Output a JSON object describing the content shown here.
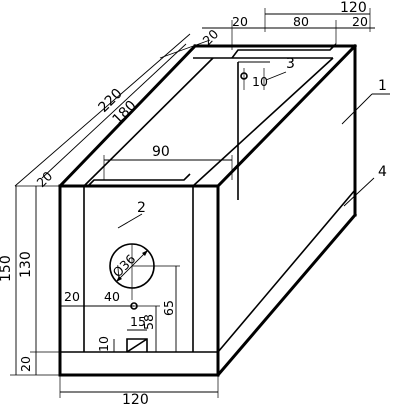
{
  "dimensions": {
    "top_width": "120",
    "top_left_margin": "20",
    "top_inner_width": "80",
    "top_right_margin": "20",
    "depth_margin_top": "20",
    "depth_total": "220",
    "depth_inner": "180",
    "depth_margin_front": "20",
    "slot_length": "90",
    "slot_small": "10",
    "height_total": "150",
    "height_inner": "130",
    "base_height": "20",
    "front_left_offset": "20",
    "hole_center_offset": "40",
    "hole_height_a": "58",
    "hole_height_b": "65",
    "hole_diameter": "Ø36",
    "notch_width": "15",
    "notch_height": "10",
    "bottom_width": "120"
  },
  "callouts": {
    "item_1": "1",
    "item_2": "2",
    "item_3": "3",
    "item_4": "4"
  }
}
